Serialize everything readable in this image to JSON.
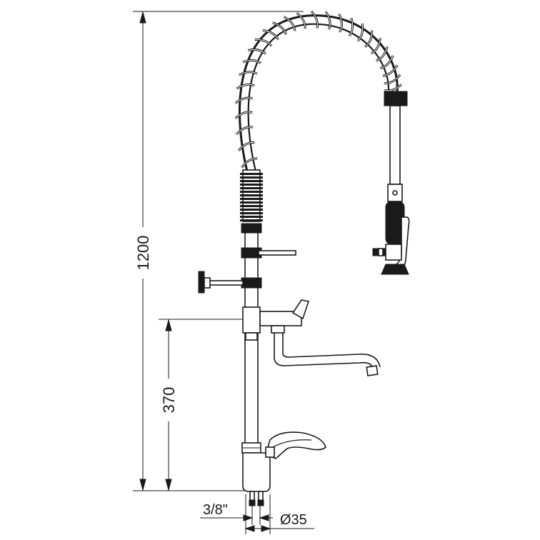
{
  "dimensions": {
    "total_height": "1200",
    "outlet_height": "370",
    "inlet_thread": "3/8\"",
    "body_diameter": "Ø35"
  }
}
